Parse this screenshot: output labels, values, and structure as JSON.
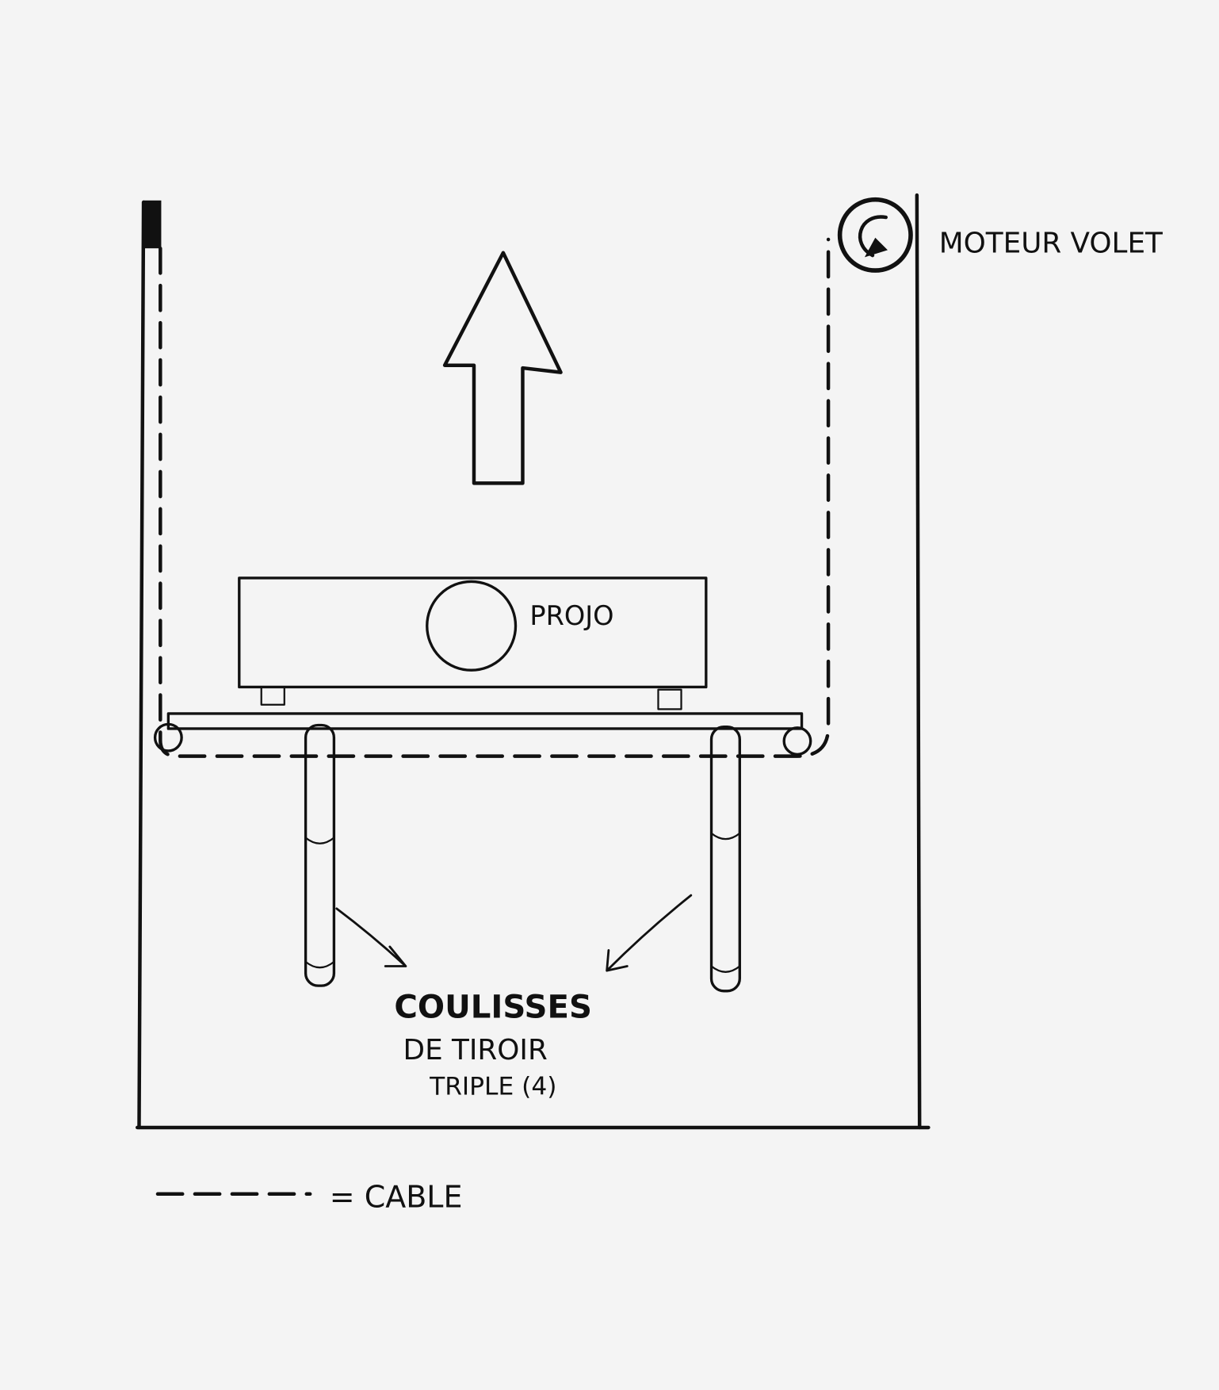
{
  "labels": {
    "motor": "MOTEUR VOLET",
    "projector": "PROJO",
    "slides_line1": "COULISSES",
    "slides_line2": "DE TIROIR",
    "slides_line3": "TRIPLE (4)",
    "legend": "= CABLE"
  },
  "colors": {
    "ink": "#111111",
    "paper": "#f4f4f4"
  }
}
